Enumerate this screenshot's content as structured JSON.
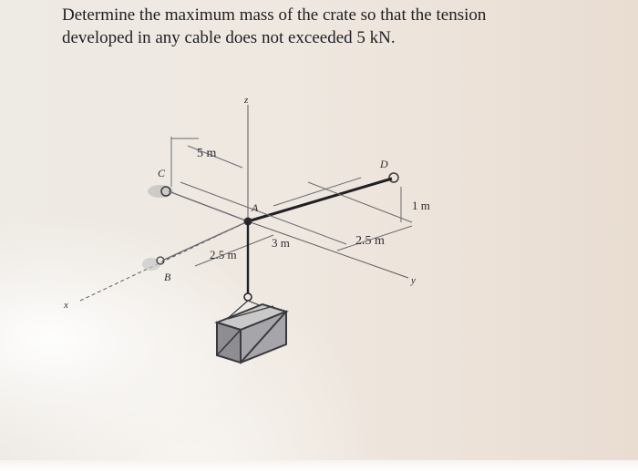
{
  "problem": {
    "line1": "Determine the maximum mass of the crate so that the tension",
    "line2": "developed in any cable does not exceeded 5 kN."
  },
  "diagram": {
    "labels": {
      "z_axis": "z",
      "x_axis": "x",
      "y_axis": "y",
      "point_a": "A",
      "point_b": "B",
      "point_c": "C",
      "point_d": "D",
      "dim_5m": "5 m",
      "dim_1m": "1 m",
      "dim_3m": "3 m",
      "dim_2_5m_left": "2.5 m",
      "dim_2_5m_right": "2.5 m"
    }
  }
}
